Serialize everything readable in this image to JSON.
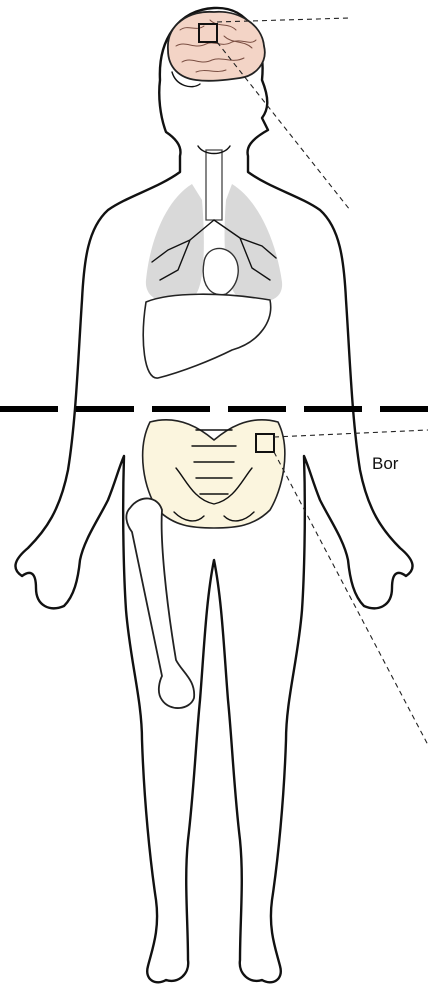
{
  "figure": {
    "callouts": [
      {
        "target": "brain",
        "label": ""
      },
      {
        "target": "bone",
        "label": "Bor"
      }
    ]
  },
  "colors": {
    "brain": "#f3d4c6",
    "lungs": "#d9d9d9",
    "pelvis": "#fbf5de",
    "outline": "#111111",
    "divider": "#000000"
  },
  "icons": [
    "body-outline",
    "brain-icon",
    "lungs-icon",
    "liver-icon",
    "pelvis-icon",
    "femur-icon"
  ]
}
